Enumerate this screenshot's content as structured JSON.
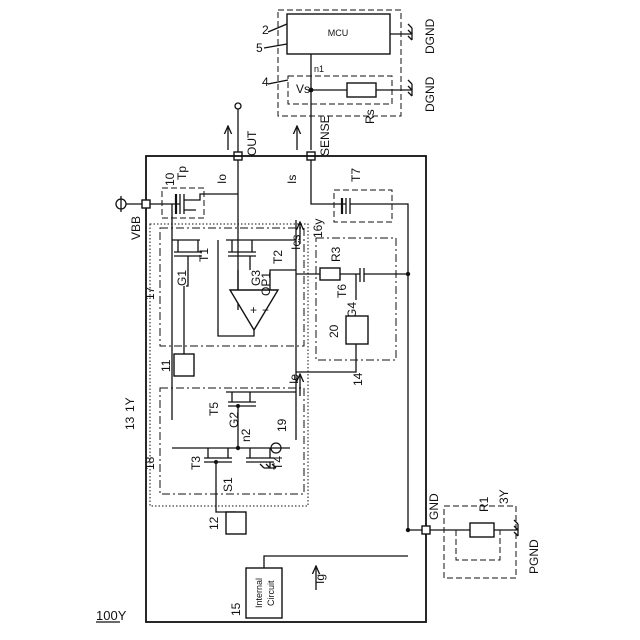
{
  "figure_label": "100Y",
  "ic": {
    "ref": "1Y",
    "pins": {
      "vbb": "VBB",
      "out": "OUT",
      "sense": "SENSE",
      "gnd": "GND"
    }
  },
  "mcu": {
    "text": "MCU",
    "ref_a": "2",
    "ref_b": "5",
    "gnd": "DGND"
  },
  "sense_block": {
    "ref": "4",
    "node": "n1",
    "vs": "Vs",
    "resistor": "Rs",
    "gnd": "DGND"
  },
  "external_resistor": {
    "ref": "3Y",
    "resistor": "R1",
    "gnd": "PGND"
  },
  "currents": {
    "io": "Io",
    "is": "Is",
    "ics": "Ics",
    "ie": "Ie",
    "ig": "Ig"
  },
  "transistors": {
    "tp": "Tp",
    "t1": "T1",
    "t2": "T2",
    "t3": "T3",
    "t4": "T4",
    "t5": "T5",
    "t6": "T6",
    "t7": "T7"
  },
  "gates": {
    "g1": "G1",
    "g2": "G2",
    "g3": "G3",
    "g4": "G4"
  },
  "nodes": {
    "n2": "n2",
    "s1": "S1"
  },
  "opamp": {
    "label": "OP1",
    "plus": "+",
    "minus": "−"
  },
  "resistor_r3": "R3",
  "internal_circuit": {
    "ref": "15",
    "line1": "Internal",
    "line2": "Circuit"
  },
  "refs": {
    "r10": "10",
    "r11": "11",
    "r12": "12",
    "r13": "13",
    "r14": "14",
    "r16y": "16y",
    "r17": "17",
    "r18": "18",
    "r19": "19",
    "r20": "20"
  }
}
